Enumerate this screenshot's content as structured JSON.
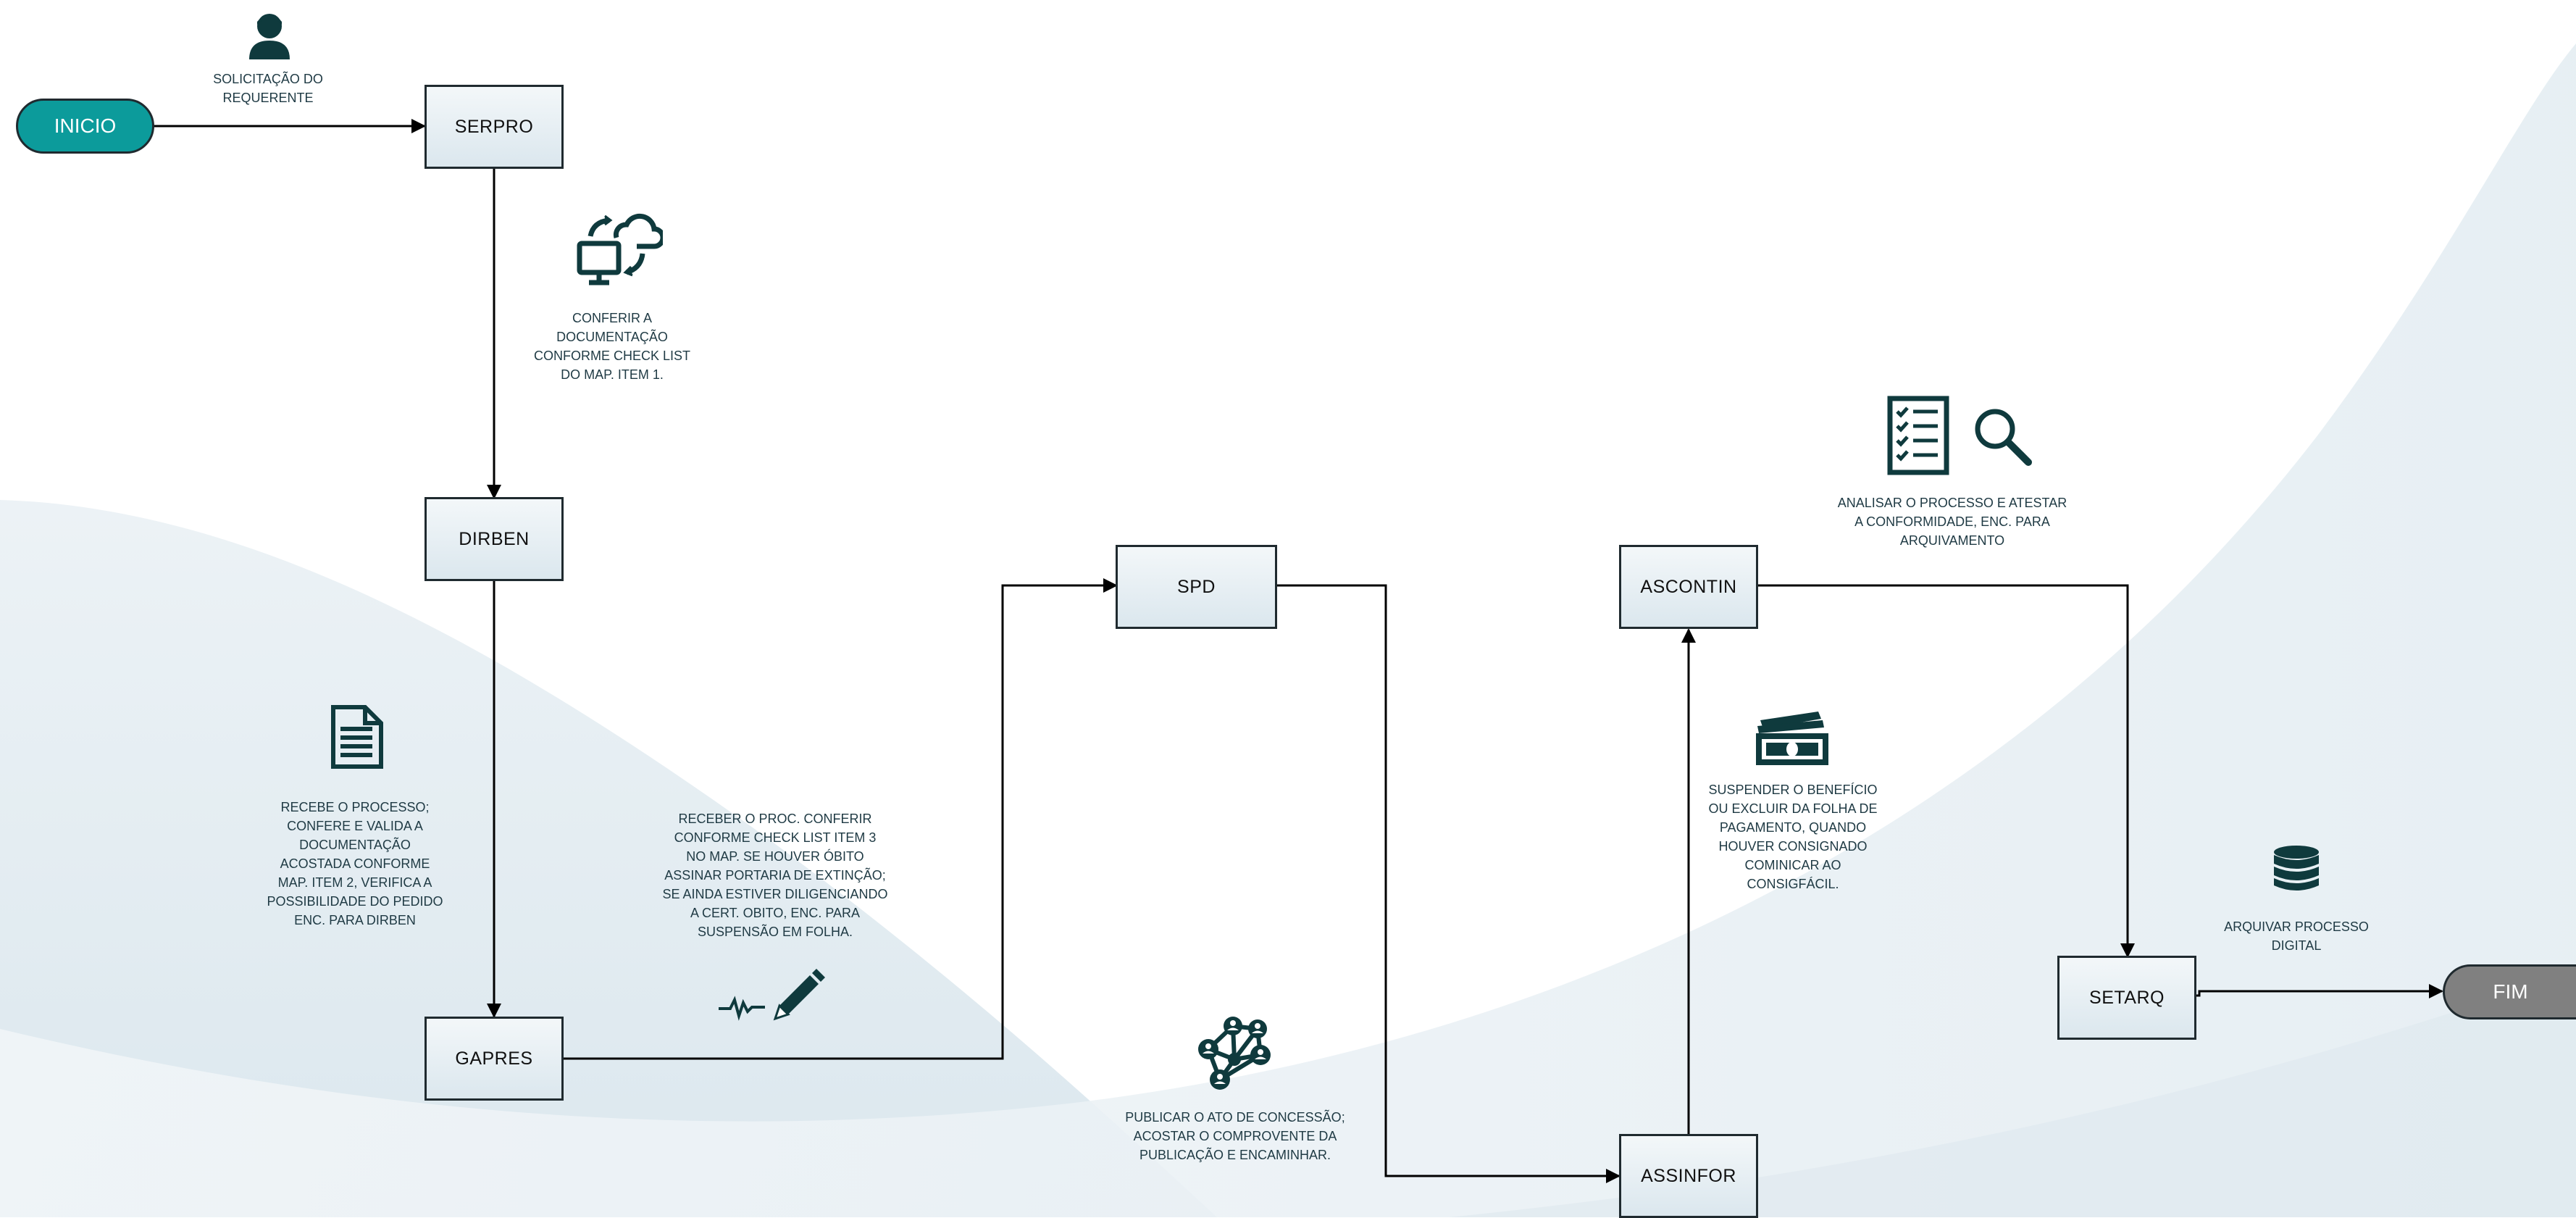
{
  "flow": {
    "start": "INICIO",
    "end": "FIM",
    "nodes": {
      "serpro": "SERPRO",
      "dirben": "DIRBEN",
      "gapres": "GAPRES",
      "spd": "SPD",
      "assinfor": "ASSINFOR",
      "ascontin": "ASCONTIN",
      "setarq": "SETARQ"
    }
  },
  "notes": {
    "solicitacao": "SOLICITAÇÃO DO\nREQUERENTE",
    "conferir": "CONFERIR A\nDOCUMENTAÇÃO\nCONFORME CHECK LIST\nDO MAP. ITEM 1.",
    "recebe": "RECEBE O PROCESSO;\nCONFERE E VALIDA A\nDOCUMENTAÇÃO\nACOSTADA CONFORME\nMAP. ITEM 2, VERIFICA A\nPOSSIBILIDADE DO PEDIDO\nENC. PARA DIRBEN",
    "receber_proc": "RECEBER O PROC. CONFERIR\nCONFORME CHECK LIST ITEM 3\nNO MAP. SE HOUVER ÓBITO\nASSINAR PORTARIA DE EXTINÇÃO;\nSE AINDA ESTIVER DILIGENCIANDO\nA CERT. OBITO, ENC. PARA\nSUSPENSÃO EM FOLHA.",
    "publicar": "PUBLICAR O ATO DE CONCESSÃO;\nACOSTAR O COMPROVENTE DA\nPUBLICAÇÃO E ENCAMINHAR.",
    "suspender": "SUSPENDER O BENEFÍCIO\nOU EXCLUIR DA FOLHA  DE\nPAGAMENTO, QUANDO\nHOUVER CONSIGNADO\nCOMINICAR AO\nCONSIGFÁCIL.",
    "analisar": "ANALISAR O PROCESSO E ATESTAR\nA CONFORMIDADE, ENC. PARA\nARQUIVAMENTO",
    "arquivar": "ARQUIVAR PROCESSO\nDIGITAL"
  },
  "colors": {
    "start_fill": "#0c9b9b",
    "end_fill": "#808080",
    "icon": "#0f3a3d",
    "note_text": "#1f3a44",
    "line": "#000000"
  },
  "icons": [
    "user-icon",
    "computer-cloud-sync-icon",
    "document-icon",
    "signature-pen-icon",
    "network-people-icon",
    "money-icon",
    "checklist-icon",
    "search-icon",
    "database-icon"
  ]
}
